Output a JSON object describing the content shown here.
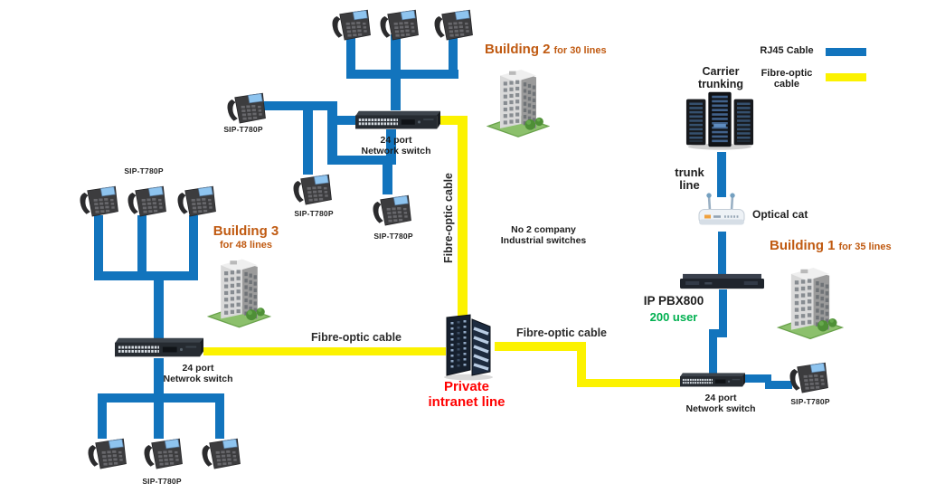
{
  "colors": {
    "rj45_blue": "#1274BD",
    "fibre_yellow": "#FCF200",
    "building_orange": "#C05A11",
    "alert_red": "#FF0000",
    "user_green": "#00B050",
    "label_black": "#1F1F1F"
  },
  "legend": {
    "rj45": "RJ45 Cable",
    "fibre_line1": "Fibre-optic",
    "fibre_line2": "cable"
  },
  "labels": {
    "phone": "SIP-T780P",
    "port24": "24 port",
    "network_switch": "Network switch",
    "netwrok_switch": "Netwrok switch",
    "fibre_cable": "Fibre-optic cable"
  },
  "buildings": {
    "b1_name": "Building 1",
    "b1_capacity": "for 35 lines",
    "b2_name": "Building 2",
    "b2_capacity": "for 30 lines",
    "b3_name": "Building 3",
    "b3_capacity": "for 48 lines"
  },
  "nodes": {
    "carrier_line1": "Carrier",
    "carrier_line2": "trunking",
    "trunk_line1": "trunk",
    "trunk_line2": "line",
    "optical_cat": "Optical cat",
    "pbx_name": "IP PBX800",
    "pbx_users": "200 user",
    "private_line1": "Private",
    "private_line2": "intranet line",
    "note_line1": "No 2 company",
    "note_line2": "Industrial switches"
  }
}
